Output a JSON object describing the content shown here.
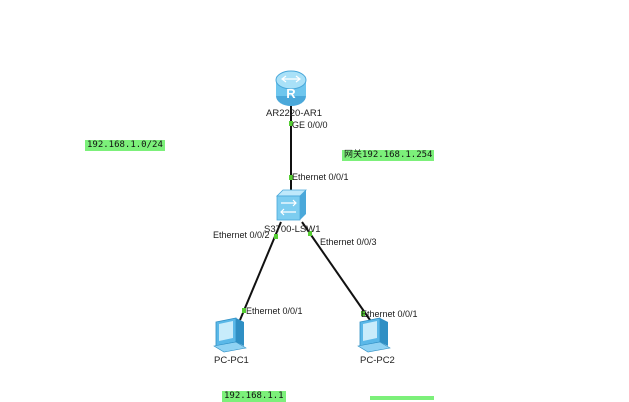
{
  "topology": {
    "devices": {
      "router": {
        "name": "AR2220-AR1",
        "icon": "router-icon",
        "color": "#6ec6ee"
      },
      "switch": {
        "name": "S3700-LSW1",
        "icon": "switch-icon",
        "color": "#7dcdf0"
      },
      "pc1": {
        "name": "PC-PC1",
        "icon": "pc-icon",
        "color": "#5ab8e8"
      },
      "pc2": {
        "name": "PC-PC2",
        "icon": "pc-icon",
        "color": "#5ab8e8"
      }
    },
    "ports": {
      "router_ge": "GE 0/0/0",
      "switch_up": "Ethernet 0/0/1",
      "switch_pc1": "Ethernet 0/0/2",
      "switch_pc2": "Ethernet 0/0/3",
      "pc1_eth": "Ethernet 0/0/1",
      "pc2_eth": "Ethernet 0/0/1"
    },
    "notes": {
      "network": "192.168.1.0/24",
      "gateway_prefix": "网关",
      "gateway_ip": "192.168.1.254",
      "pc1_ip": "192.168.1.1"
    },
    "colors": {
      "link": "#111111",
      "port_dot": "#55cc33",
      "note_bg": "#7cf07a"
    }
  }
}
